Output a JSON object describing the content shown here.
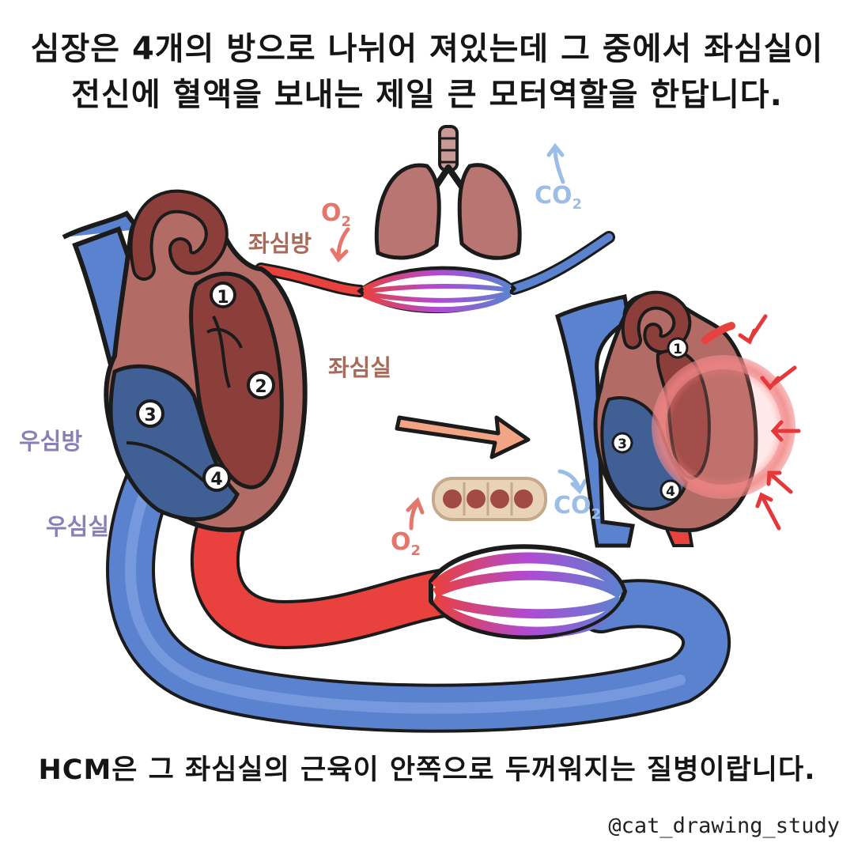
{
  "text": {
    "top_line1": "심장은 4개의 방으로 나뉘어 져있는데 그 중에서 좌심실이",
    "top_line2": "전신에 혈액을 보내는 제일 큰 모터역할을 한답니다.",
    "bottom_line": "HCM은 그 좌심실의 근육이 안쪽으로 두꺼워지는 질병이랍니다.",
    "credit": "@cat_drawing_study"
  },
  "labels": {
    "left_atrium": "좌심방",
    "left_ventricle": "좌심실",
    "right_atrium": "우심방",
    "right_ventricle": "우심실"
  },
  "gas": {
    "o2_prefix": "O",
    "o2_sub": "2",
    "co2_prefix": "CO",
    "co2_sub": "2"
  },
  "chambers": {
    "one": "1",
    "two": "2",
    "three": "3",
    "four": "4"
  },
  "colors": {
    "artery_red": "#e8413e",
    "vein_blue": "#5b82cf",
    "heart_brown": "#8c3f3a",
    "heart_muscle": "#b26b65",
    "right_side_dark": "#3f5f95",
    "arrow_peach": "#f2a585",
    "thickening_ring": "#f0a0a0"
  },
  "icons": {
    "heart": "heart-icon",
    "lungs": "lungs-icon",
    "arrow": "arrow-right-icon",
    "cells": "blood-cells-icon"
  }
}
